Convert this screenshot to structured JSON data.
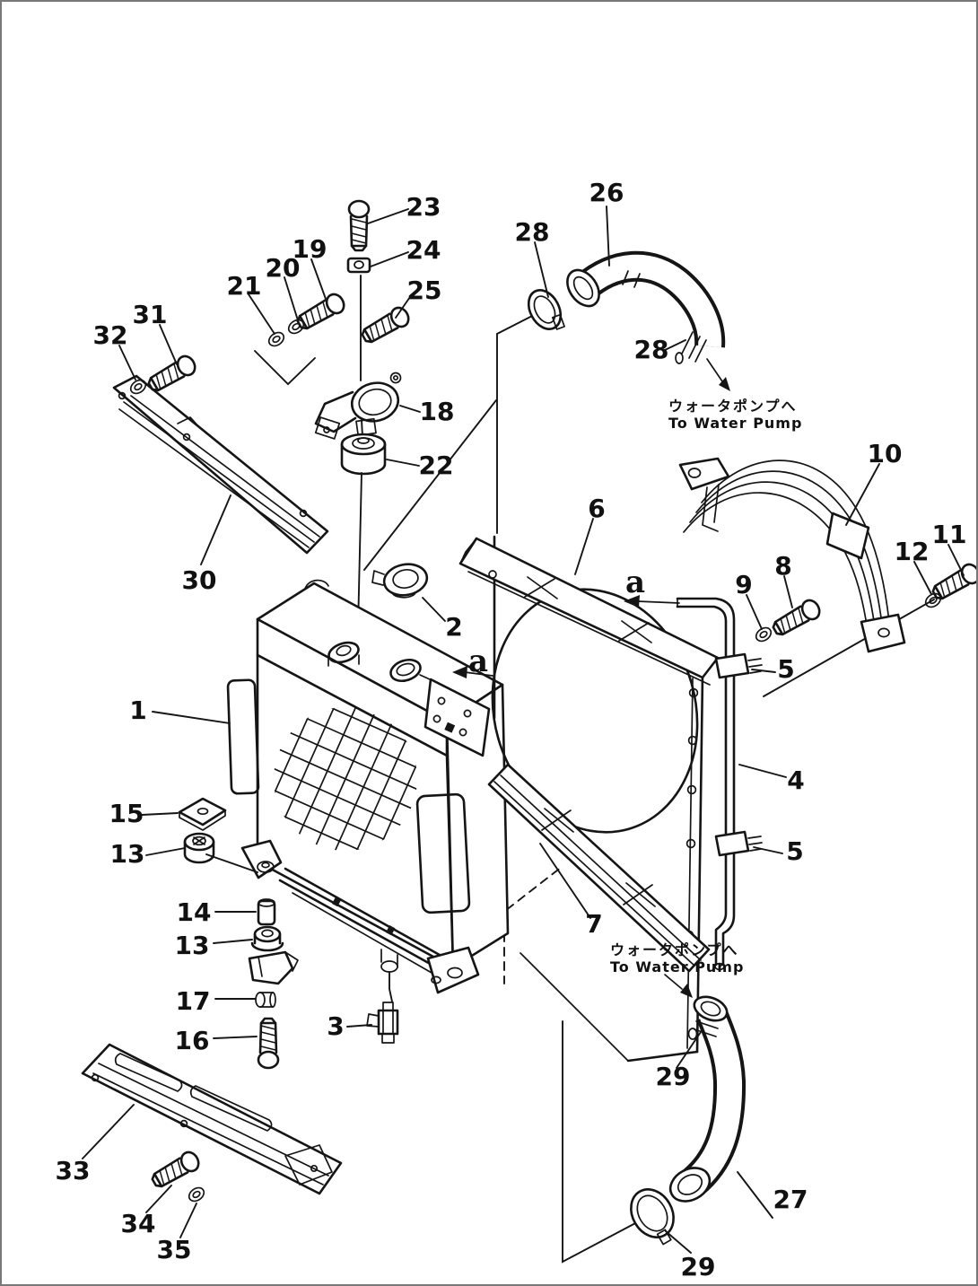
{
  "page": {
    "background": "#ffffff",
    "border_color": "#787878",
    "line_color": "#151515"
  },
  "diagram": {
    "type": "exploded-parts-diagram",
    "subject": "radiator and water piping line drawing with numbered callouts",
    "callouts": [
      {
        "label": "23"
      },
      {
        "label": "24"
      },
      {
        "label": "25"
      },
      {
        "label": "19"
      },
      {
        "label": "20"
      },
      {
        "label": "21"
      },
      {
        "label": "31"
      },
      {
        "label": "32"
      },
      {
        "label": "18"
      },
      {
        "label": "22"
      },
      {
        "label": "30"
      },
      {
        "label": "26"
      },
      {
        "label": "28"
      },
      {
        "label": "28"
      },
      {
        "label": "2"
      },
      {
        "label": "6"
      },
      {
        "label": "10"
      },
      {
        "label": "11"
      },
      {
        "label": "12"
      },
      {
        "label": "8"
      },
      {
        "label": "9"
      },
      {
        "label": "5"
      },
      {
        "label": "4"
      },
      {
        "label": "5"
      },
      {
        "label": "1"
      },
      {
        "label": "15"
      },
      {
        "label": "13"
      },
      {
        "label": "14"
      },
      {
        "label": "13"
      },
      {
        "label": "17"
      },
      {
        "label": "16"
      },
      {
        "label": "3"
      },
      {
        "label": "7"
      },
      {
        "label": "33"
      },
      {
        "label": "34"
      },
      {
        "label": "35"
      },
      {
        "label": "27"
      },
      {
        "label": "29"
      },
      {
        "label": "29"
      }
    ],
    "section_arrows": [
      {
        "label": "a"
      },
      {
        "label": "a"
      }
    ],
    "annotations": [
      {
        "jp": "ウォータポンプへ",
        "en": "To Water Pump"
      },
      {
        "jp": "ウォータポンプへ",
        "en": "To Water Pump"
      }
    ]
  }
}
